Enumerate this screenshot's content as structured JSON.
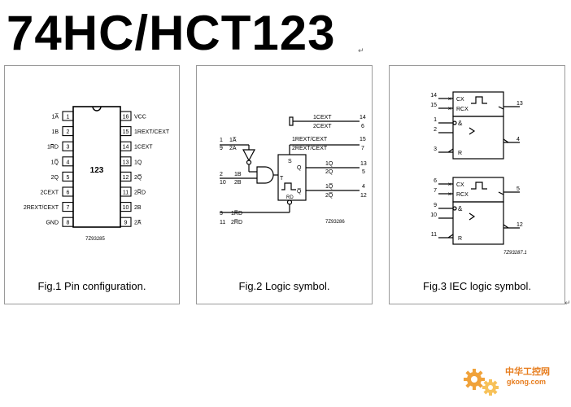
{
  "title": "74HC/HCT123",
  "paragraph_mark": "↵",
  "end_mark": "↵",
  "fig1": {
    "caption": "Fig.1  Pin configuration.",
    "chip_label": "123",
    "code": "7Z93285",
    "left_pins": [
      {
        "num": "1",
        "name": "1A̅"
      },
      {
        "num": "2",
        "name": "1B"
      },
      {
        "num": "3",
        "name": "1R̅D"
      },
      {
        "num": "4",
        "name": "1Q̅"
      },
      {
        "num": "5",
        "name": "2Q"
      },
      {
        "num": "6",
        "name": "2CEXT"
      },
      {
        "num": "7",
        "name": "2REXT/CEXT"
      },
      {
        "num": "8",
        "name": "GND"
      }
    ],
    "right_pins": [
      {
        "num": "16",
        "name": "VCC"
      },
      {
        "num": "15",
        "name": "1REXT/CEXT"
      },
      {
        "num": "14",
        "name": "1CEXT"
      },
      {
        "num": "13",
        "name": "1Q"
      },
      {
        "num": "12",
        "name": "2Q̅"
      },
      {
        "num": "11",
        "name": "2R̅D"
      },
      {
        "num": "10",
        "name": "2B"
      },
      {
        "num": "9",
        "name": "2A̅"
      }
    ]
  },
  "fig2": {
    "caption": "Fig.2  Logic symbol.",
    "code": "7Z93286",
    "in_a_label": "1A̅",
    "in_a_label2": "2A̅",
    "in_a_nums": [
      "1",
      "9"
    ],
    "in_b_label": "1B",
    "in_b_label2": "2B",
    "in_b_nums": [
      "2",
      "10"
    ],
    "in_r_label": "1R̅D",
    "in_r_label2": "2R̅D",
    "in_r_nums": [
      "3",
      "11"
    ],
    "top_labels": [
      {
        "name": "1CEXT",
        "num": "14"
      },
      {
        "name": "2CEXT",
        "num": "6"
      },
      {
        "name": "1REXT/CEXT",
        "num": "15"
      },
      {
        "name": "2REXT/CEXT",
        "num": "7"
      }
    ],
    "outputs": [
      {
        "name": "1Q",
        "num": "13"
      },
      {
        "name": "2Q",
        "num": "5"
      },
      {
        "name": "1Q̅",
        "num": "4"
      },
      {
        "name": "2Q̅",
        "num": "12"
      }
    ],
    "box_labels": {
      "s": "S",
      "q": "Q",
      "t": "T",
      "qbar": "Q̅",
      "rd": "RD"
    }
  },
  "fig3": {
    "caption": "Fig.3  IEC logic symbol.",
    "code": "7Z93287.1",
    "units": [
      {
        "cx_num": "14",
        "rcx_num": "15",
        "in1": "1",
        "in2": "2",
        "r_num": "3",
        "out_q": "13",
        "out_qn": "4"
      },
      {
        "cx_num": "6",
        "rcx_num": "7",
        "in1": "9",
        "in2": "10",
        "r_num": "11",
        "out_q": "5",
        "out_qn": "12"
      }
    ],
    "labels": {
      "cx": "CX",
      "rcx": "RCX",
      "and": "&",
      "r": "R"
    }
  },
  "watermark": {
    "cn": "中华工控网",
    "url": "gkong.com"
  }
}
